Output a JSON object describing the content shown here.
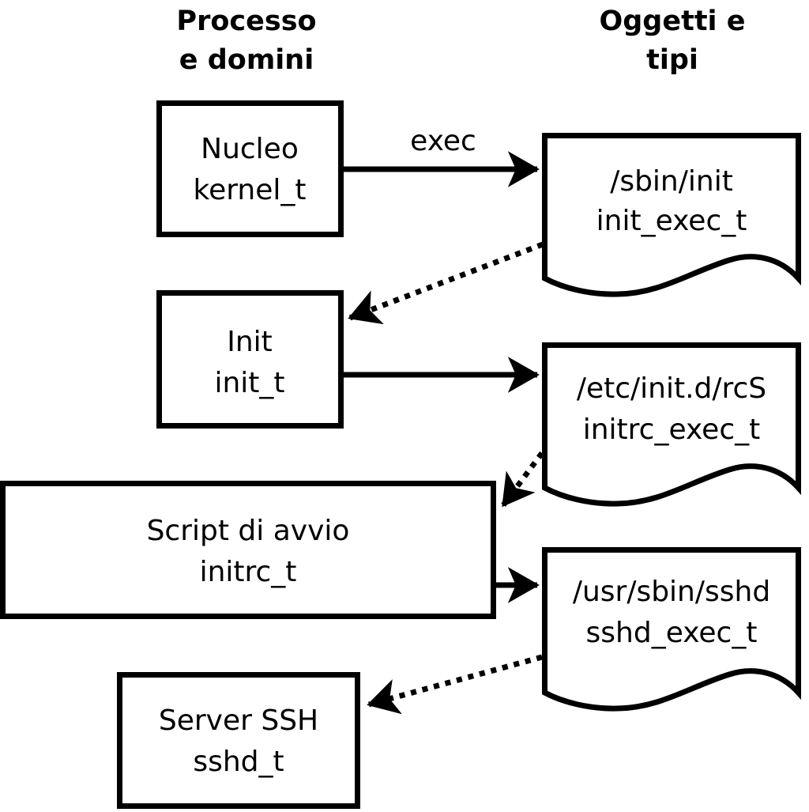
{
  "diagram": {
    "column_headers": {
      "left": {
        "line1": "Processo",
        "line2": "e domini"
      },
      "right": {
        "line1": "Oggetti e",
        "line2": "tipi"
      }
    },
    "process_nodes": {
      "kernel": {
        "name": "Nucleo",
        "domain": "kernel_t"
      },
      "init": {
        "name": "Init",
        "domain": "init_t"
      },
      "initrc": {
        "name": "Script di avvio",
        "domain": "initrc_t"
      },
      "sshd": {
        "name": "Server SSH",
        "domain": "sshd_t"
      }
    },
    "object_nodes": {
      "init_exec": {
        "path": "/sbin/init",
        "type": "init_exec_t"
      },
      "initrc_exec": {
        "path": "/etc/init.d/rcS",
        "type": "initrc_exec_t"
      },
      "sshd_exec": {
        "path": "/usr/sbin/sshd",
        "type": "sshd_exec_t"
      }
    },
    "edge_labels": {
      "exec": "exec"
    },
    "colors": {
      "stroke": "#000000",
      "fill": "#ffffff"
    }
  }
}
